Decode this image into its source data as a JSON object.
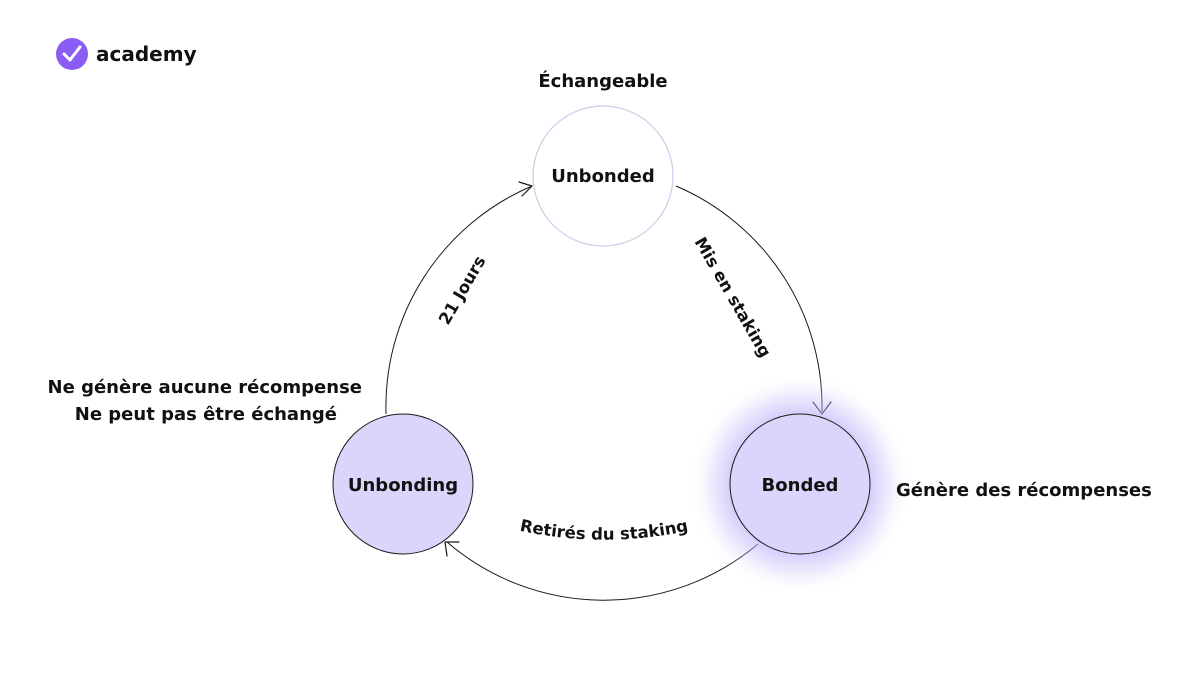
{
  "brand": {
    "name": "academy",
    "accent": "#8B5CF6"
  },
  "colors": {
    "node_fill": "#DAD5FB",
    "node_glow": "#B7A8F7",
    "unbonded_border": "#CFCBEA"
  },
  "states": {
    "unbonded": {
      "label": "Unbonded",
      "note": "Échangeable"
    },
    "bonded": {
      "label": "Bonded",
      "note": "Génère des récompenses"
    },
    "unbonding": {
      "label": "Unbonding",
      "note_line1": "Ne génère aucune récompense",
      "note_line2": "Ne peut pas être échangé"
    }
  },
  "transitions": {
    "stake": "Mis en staking",
    "unstake": "Retirés du staking",
    "wait": "21 Jours"
  }
}
